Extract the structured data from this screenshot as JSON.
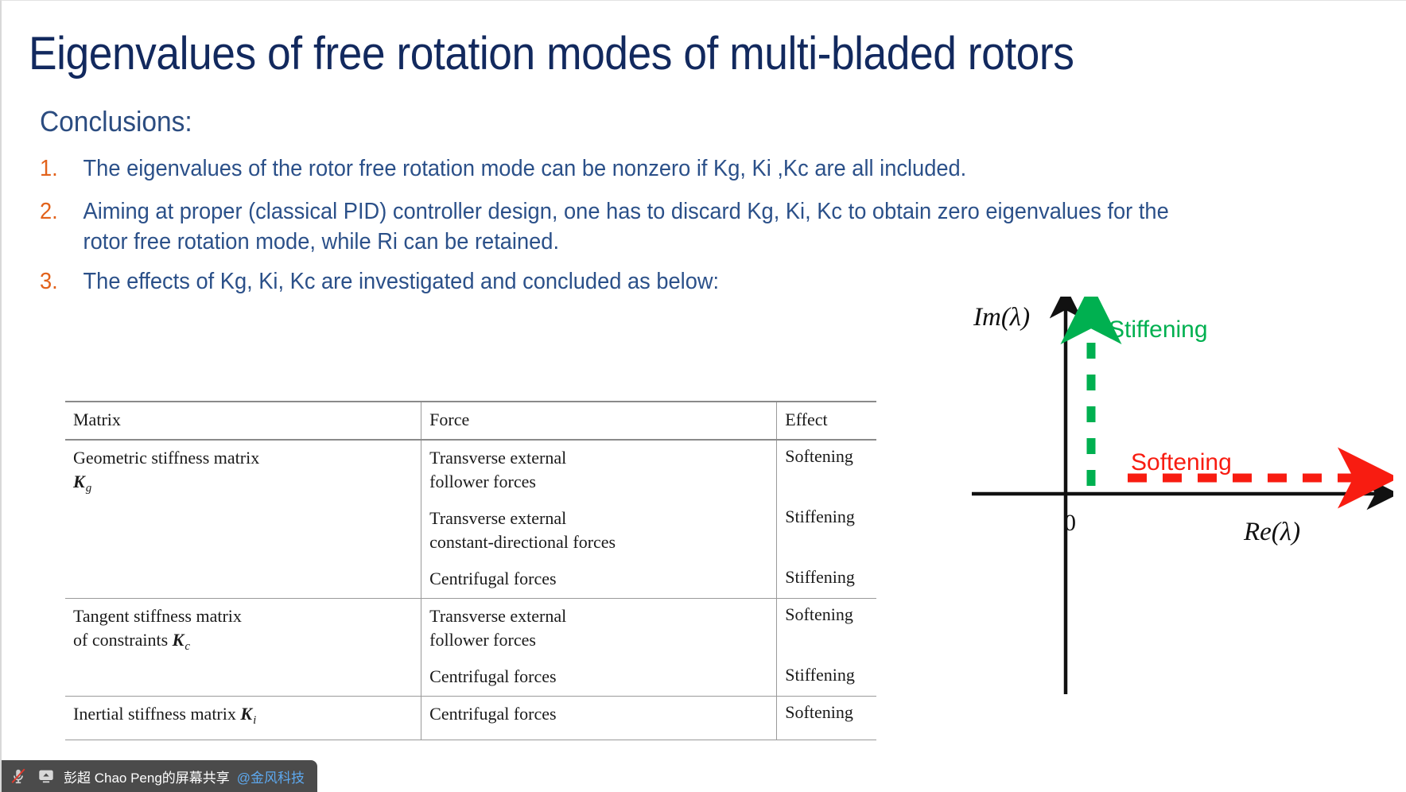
{
  "slide": {
    "title": "Eigenvalues of free rotation modes of multi-bladed rotors",
    "heading": "Conclusions:",
    "list": [
      {
        "num": "1.",
        "text": "The eigenvalues of the rotor free rotation mode can be nonzero if Kg, Ki ,Kc are all included."
      },
      {
        "num": "2.",
        "text": "Aiming at proper (classical PID) controller design, one has to discard Kg, Ki, Kc to obtain zero eigenvalues for the rotor free rotation mode, while Ri can be retained."
      },
      {
        "num": "3.",
        "text": "The effects of Kg, Ki, Kc are investigated and concluded as below:"
      }
    ],
    "colors": {
      "title": "#12295e",
      "body_text": "#2b5089",
      "list_number": "#e2621b",
      "stiffening": "#00b050",
      "softening": "#f81c11"
    }
  },
  "table": {
    "headers": [
      "Matrix",
      "Force",
      "Effect"
    ],
    "rows": [
      {
        "matrix_line1": "Geometric stiffness matrix",
        "matrix_sym": "K",
        "matrix_sub": "g",
        "entries": [
          {
            "force_lines": [
              "Transverse external",
              "follower forces"
            ],
            "effect": "Softening"
          },
          {
            "force_lines": [
              "Transverse external",
              "constant-directional forces"
            ],
            "effect": "Stiffening"
          },
          {
            "force_lines": [
              "Centrifugal forces"
            ],
            "effect": "Stiffening"
          }
        ]
      },
      {
        "matrix_line1": "Tangent stiffness matrix",
        "matrix_line2": "of constraints",
        "matrix_sym": "K",
        "matrix_sub": "c",
        "entries": [
          {
            "force_lines": [
              "Transverse external",
              "follower forces"
            ],
            "effect": "Softening"
          },
          {
            "force_lines": [
              "Centrifugal forces"
            ],
            "effect": "Stiffening"
          }
        ]
      },
      {
        "matrix_line1": "Inertial stiffness matrix",
        "matrix_sym": "K",
        "matrix_sub": "i",
        "entries": [
          {
            "force_lines": [
              "Centrifugal forces"
            ],
            "effect": "Softening"
          }
        ]
      }
    ]
  },
  "diagram": {
    "im_axis_label": "Im(λ)",
    "re_axis_label": "Re(λ)",
    "origin_label": "0",
    "stiffening_label": "Stiffening",
    "softening_label": "Softening"
  },
  "share_bar": {
    "mic_icon": "microphone-muted-icon",
    "screen_icon": "screen-share-icon",
    "text": "彭超 Chao Peng的屏幕共享",
    "org": "@金风科技"
  }
}
